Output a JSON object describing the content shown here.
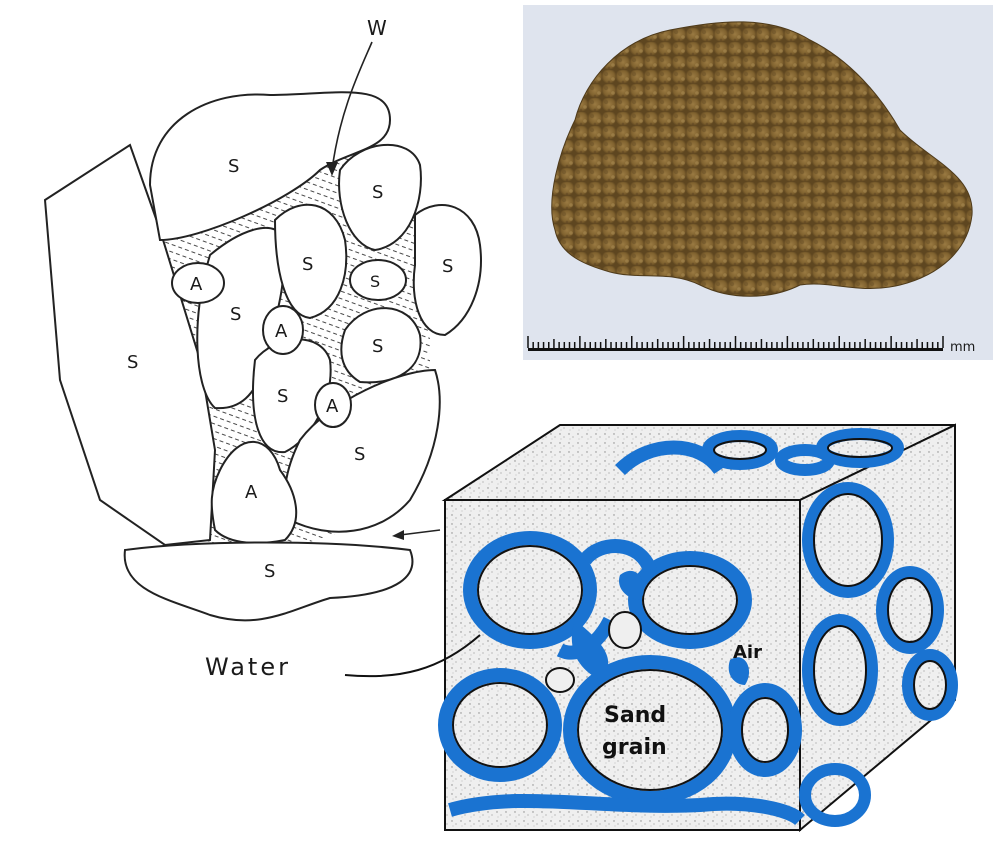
{
  "soil_diagram": {
    "labels": {
      "solid": "S",
      "air": "A",
      "water": "W"
    }
  },
  "soil_photo": {
    "scale_unit": "mm"
  },
  "cube_diagram": {
    "water_label": "Water",
    "air_label": "Air",
    "sand_label_line1": "Sand",
    "sand_label_line2": "grain"
  },
  "colors": {
    "water_blue": "#1a73d1",
    "outline": "#111111",
    "soil_brown": "#8a6a35",
    "photo_bg": "#dde3ee",
    "speckle_bg": "#e4e4e4"
  }
}
